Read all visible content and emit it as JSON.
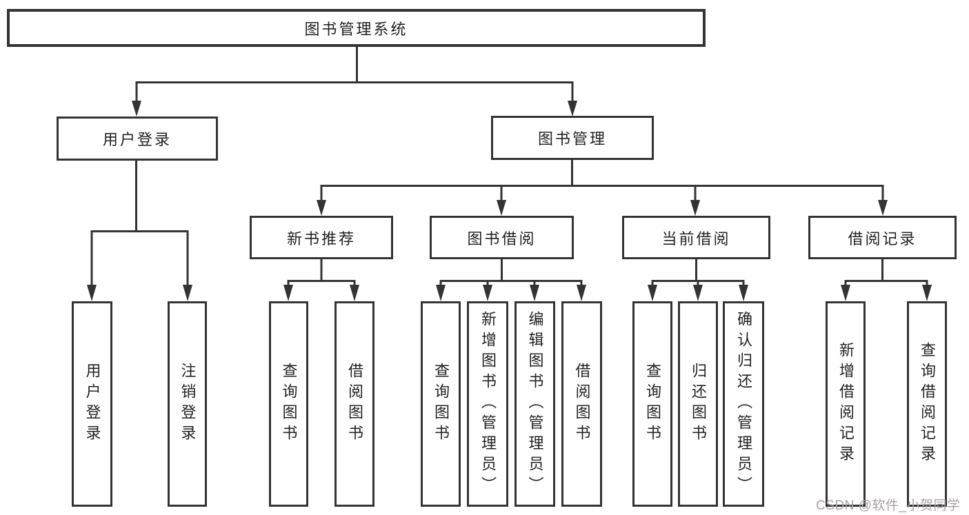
{
  "diagram": {
    "root": {
      "label": "图书管理系统"
    },
    "branches": [
      {
        "label": "用户登录",
        "children": [
          {
            "label": "用户登录"
          },
          {
            "label": "注销登录"
          }
        ]
      },
      {
        "label": "图书管理",
        "children": [
          {
            "label": "新书推荐",
            "children": [
              {
                "label": "查询图书"
              },
              {
                "label": "借阅图书"
              }
            ]
          },
          {
            "label": "图书借阅",
            "children": [
              {
                "label": "查询图书"
              },
              {
                "label": "新增图书（管理员）"
              },
              {
                "label": "编辑图书（管理员）"
              },
              {
                "label": "借阅图书"
              }
            ]
          },
          {
            "label": "当前借阅",
            "children": [
              {
                "label": "查询图书"
              },
              {
                "label": "归还图书"
              },
              {
                "label": "确认归还（管理员）"
              }
            ]
          },
          {
            "label": "借阅记录",
            "children": [
              {
                "label": "新增借阅记录"
              },
              {
                "label": "查询借阅记录"
              }
            ]
          }
        ]
      }
    ]
  },
  "watermark": {
    "text": "CSDN @软件_小贺同学"
  },
  "colors": {
    "line": "#333333",
    "text": "#222222",
    "box_background": "#ffffff",
    "watermark": "#a9a1a1",
    "page_background": "#ffffff"
  }
}
